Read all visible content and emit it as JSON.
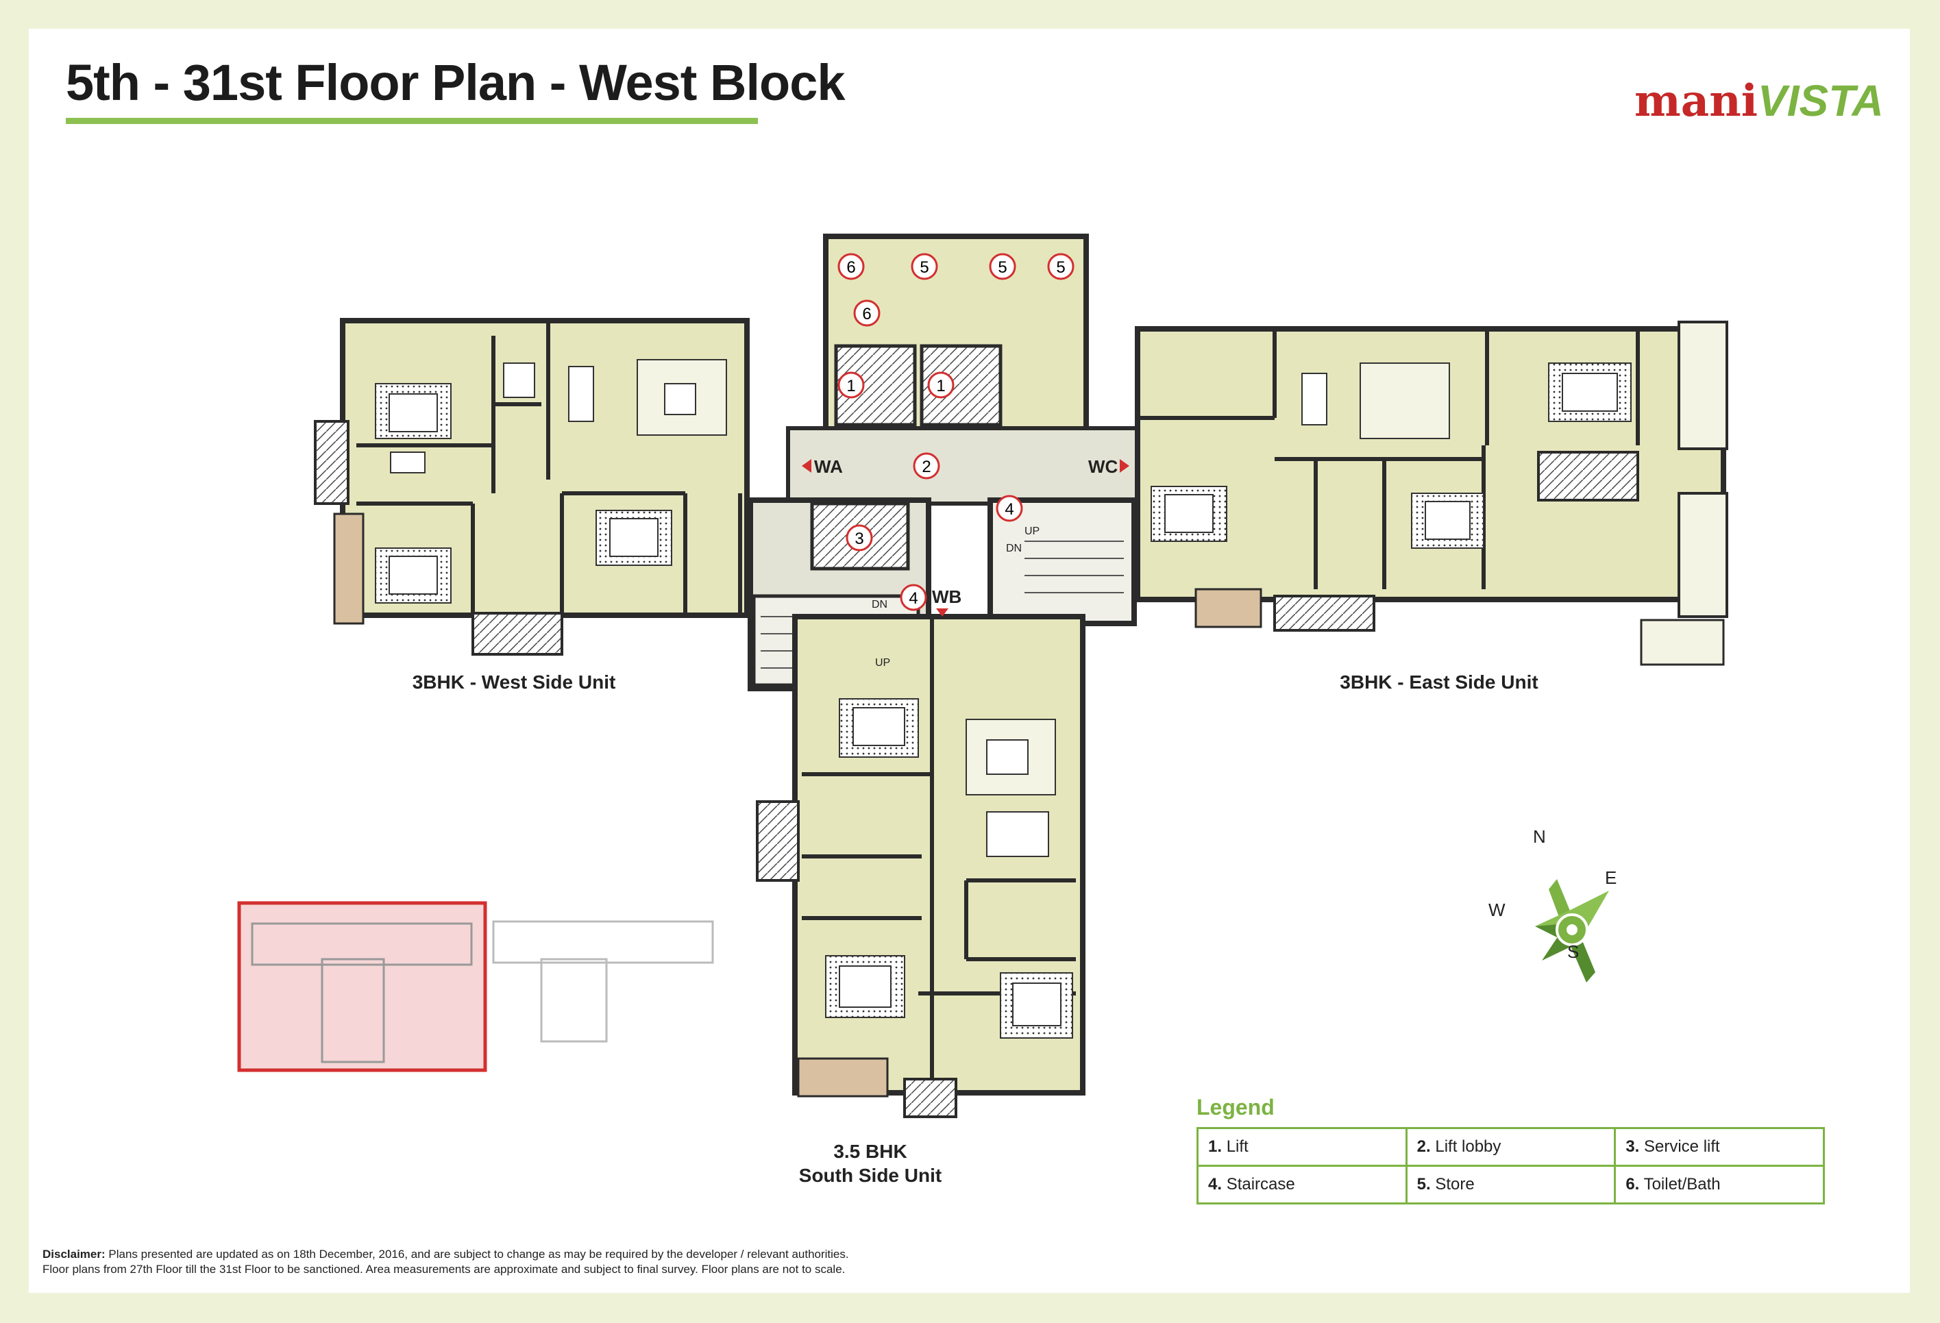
{
  "header": {
    "title": "5th - 31st Floor Plan - West Block",
    "logo_part1": "mani",
    "logo_part2": "VISTA"
  },
  "colors": {
    "accent_green": "#8cc152",
    "room_fill": "#e6e6bd",
    "lobby_fill": "#e3e3d5",
    "wall": "#2b2b2b",
    "balcony": "#d9c0a0",
    "marker_red": "#d32f2f",
    "keyplan_highlight": "#f6d6d6"
  },
  "units": {
    "west": "3BHK - West Side Unit",
    "east": "3BHK - East Side Unit",
    "south_line1": "3.5 BHK",
    "south_line2": "South Side Unit"
  },
  "markers": {
    "lift": "1",
    "lift_lobby": "2",
    "service_lift": "3",
    "staircase": "4",
    "store": "5",
    "toilet": "6"
  },
  "entries": {
    "wa": "WA",
    "wb": "WB",
    "wc": "WC"
  },
  "stair_labels": {
    "up": "UP",
    "dn": "DN"
  },
  "compass": {
    "n": "N",
    "e": "E",
    "s": "S",
    "w": "W"
  },
  "legend": {
    "title": "Legend",
    "items": [
      {
        "num": "1.",
        "label": "Lift"
      },
      {
        "num": "2.",
        "label": "Lift lobby"
      },
      {
        "num": "3.",
        "label": "Service lift"
      },
      {
        "num": "4.",
        "label": "Staircase"
      },
      {
        "num": "5.",
        "label": "Store"
      },
      {
        "num": "6.",
        "label": "Toilet/Bath"
      }
    ]
  },
  "disclaimer": {
    "label": "Disclaimer:",
    "line1": "Plans presented are updated as on 18th December, 2016, and are subject to change as may be required by the developer / relevant authorities.",
    "line2": "Floor plans from 27th Floor till the 31st Floor to be sanctioned. Area measurements are approximate and subject to final survey. Floor plans are not to scale."
  }
}
